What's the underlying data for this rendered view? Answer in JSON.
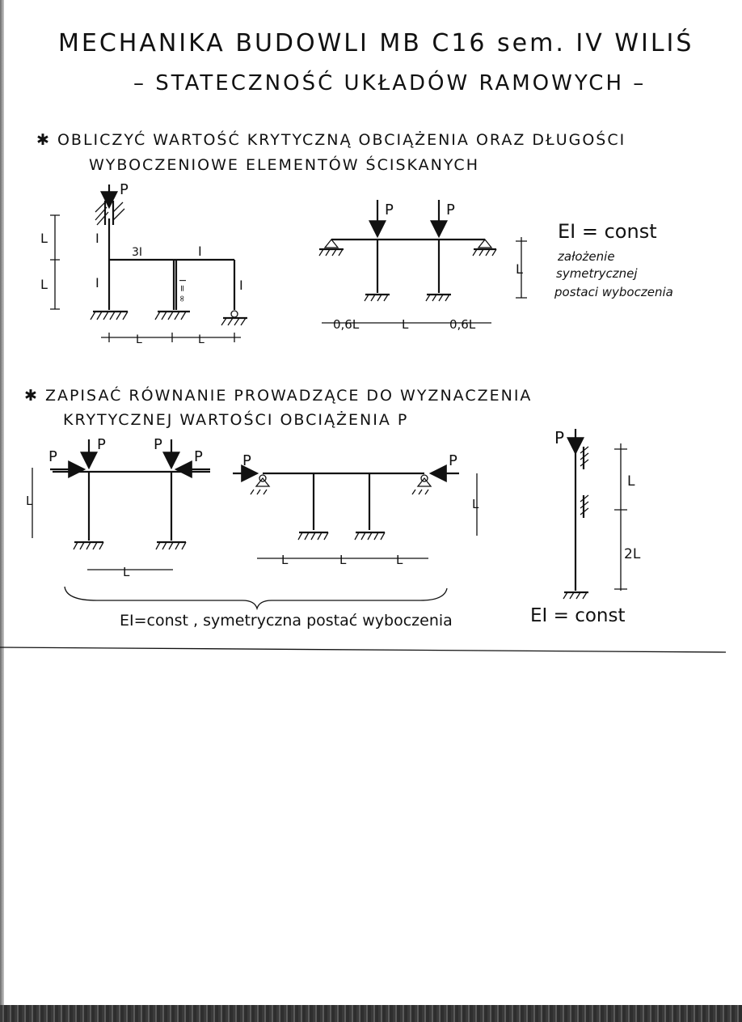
{
  "header": {
    "title": "MECHANIKA BUDOWLI MB C16 sem. IV WILIŚ",
    "subtitle": "– STATECZNOŚĆ UKŁADÓW RAMOWYCH –"
  },
  "task1": {
    "line1": "✱ OBLICZYĆ WARTOŚĆ KRYTYCZNĄ OBCIĄŻENIA ORAZ DŁUGOŚCI",
    "line2": "WYBOCZENIOWE ELEMENTÓW ŚCISKANYCH",
    "frame1": {
      "load": "P",
      "stiff_beam_left": "3I",
      "stiff_beam_right": "I",
      "stiff_col_upper": "I",
      "stiff_col_lower": "I",
      "stiff_col_right": "I",
      "stiff_col_mid": "I = ∞",
      "dim_height": "L",
      "dim_width": "L"
    },
    "frame2": {
      "load": "P",
      "dim_height": "L",
      "dim_side": "0,6L",
      "dim_mid": "L"
    },
    "note": {
      "ei": "EI = const",
      "line1": "założenie",
      "line2": "symetrycznej",
      "line3": "postaci wyboczenia"
    }
  },
  "task2": {
    "line1": "✱ ZAPISAĆ RÓWNANIE PROWADZĄCE DO WYZNACZENIA",
    "line2": "KRYTYCZNEJ WARTOŚCI OBCIĄŻENIA P",
    "frame3": {
      "load": "P",
      "dim_height": "L",
      "dim_width": "L"
    },
    "frame4": {
      "load": "P",
      "dim_height": "L",
      "dim_span": "L"
    },
    "brace_note": "EI=const , symetryczna postać wyboczenia",
    "column": {
      "load": "P",
      "dim_upper": "L",
      "dim_lower": "2L",
      "ei": "EI = const"
    }
  }
}
